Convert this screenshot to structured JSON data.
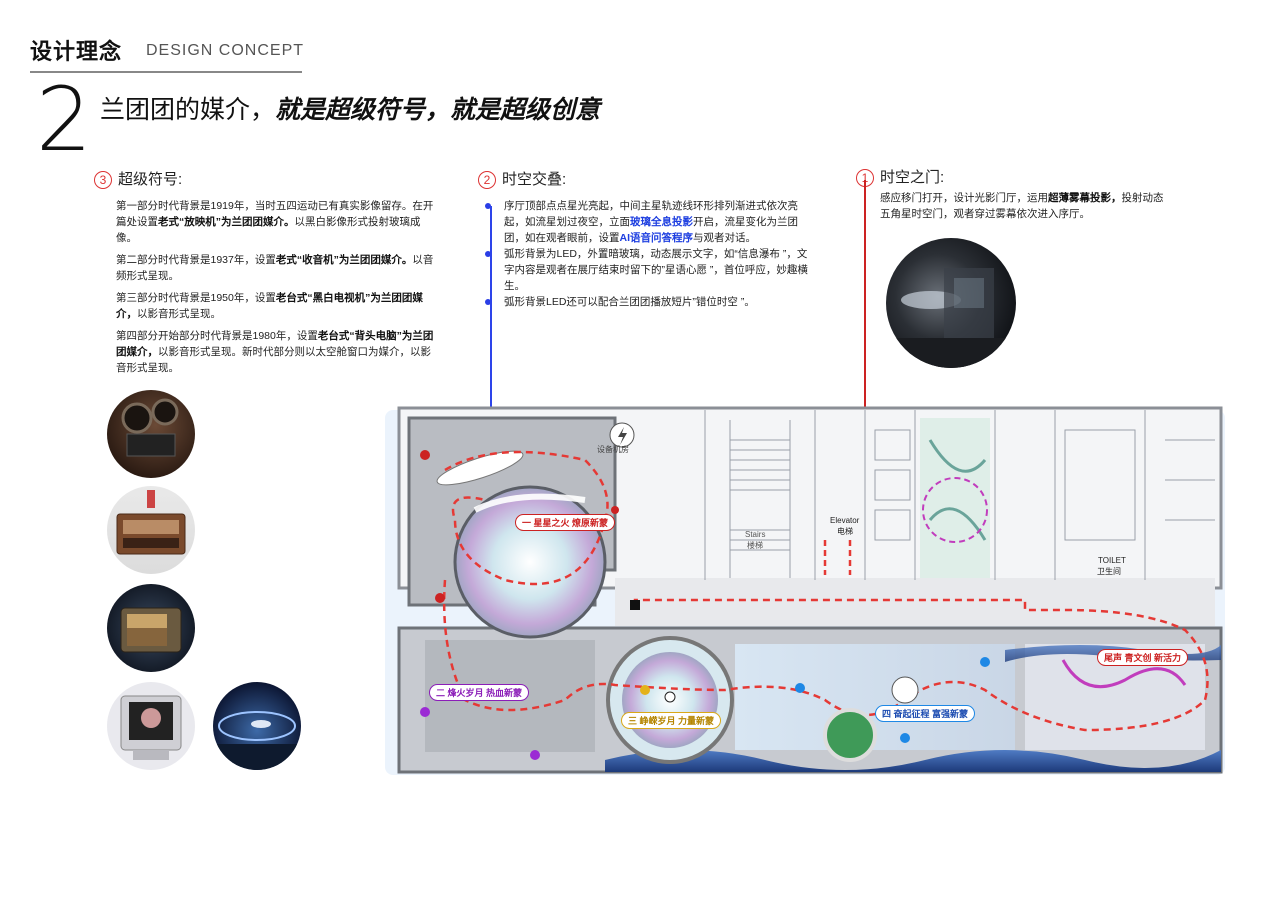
{
  "header": {
    "title_cn": "设计理念",
    "title_en": "DESIGN CONCEPT"
  },
  "headline": {
    "number": "2",
    "part1": "兰团团的媒介，",
    "part2": "就是超级符号，就是超级创意"
  },
  "sections": {
    "s3": {
      "num": "3",
      "title": "超级符号:",
      "p1a": "第一部分时代背景是1919年，当时五四运动已有真实影像留存。在开篇处设置",
      "p1b": "老式“放映机”为兰团团媒介。",
      "p1c": "以黑白影像形式投射玻璃成像。",
      "p2a": "第二部分时代背景是1937年，设置",
      "p2b": "老式“收音机”为兰团团媒介。",
      "p2c": "以音频形式呈现。",
      "p3a": "第三部分时代背景是1950年，设置",
      "p3b": "老台式“黑白电视机”为兰团团媒介，",
      "p3c": "以影音形式呈现。",
      "p4a": "第四部分开始部分时代背景是1980年，设置",
      "p4b": "老台式“背头电脑”为兰团团媒介，",
      "p4c": "以影音形式呈现。新时代部分则以太空舱窗口为媒介，以影音形式呈现。"
    },
    "s2": {
      "num": "2",
      "title": "时空交叠:",
      "b1a": "序厅顶部点点星光亮起，中间主星轨迹线环形排列渐进式依次亮起，如流星划过夜空，立面",
      "b1b": "玻璃全息投影",
      "b1c": "开启，流星变化为兰团团，如在观者眼前，设置",
      "b1d": "AI语音问答程序",
      "b1e": "与观者对话。",
      "b2": "弧形背景为LED，外置暗玻璃，动态展示文字，如“信息瀑布 ”，文字内容是观者在展厅结束时留下的”星语心愿 ”，首位呼应，妙趣横生。",
      "b3": "弧形背景LED还可以配合兰团团播放短片”错位时空 ”。"
    },
    "s1": {
      "num": "1",
      "title": "时空之门:",
      "p1a": "感应移门打开，设计光影门厅，运用",
      "p1b": "超薄雾幕投影，",
      "p1c": "投射动态五角星时空门，观者穿过雾幕依次进入序厅。"
    }
  },
  "plan": {
    "labels": {
      "zone1": "一  星星之火 燎原新蒙",
      "zone2": "二  烽火岁月 热血新蒙",
      "zone3": "三  峥嵘岁月 力量新蒙",
      "zone4": "四  奋起征程 富强新蒙",
      "zone5": "尾声  青文创 新活力",
      "equipment": "设备机房",
      "stairs_en": "Stairs",
      "stairs_cn": "楼梯",
      "elevator_en": "Elevator",
      "elevator_cn": "电梯",
      "toilet_en": "TOILET",
      "toilet_cn": "卫生间"
    }
  },
  "colors": {
    "accent_red": "#d32f2f",
    "accent_blue": "#2d44ea",
    "route_red": "#e53935"
  }
}
